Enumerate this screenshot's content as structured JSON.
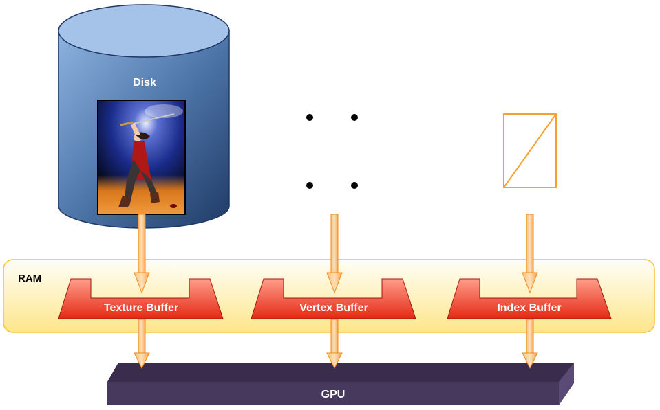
{
  "diagram": {
    "disk": {
      "label": "Disk",
      "contents": "texture-image (character with sword)"
    },
    "ram": {
      "label": "RAM"
    },
    "buffers": [
      {
        "label": "Texture Buffer",
        "source": "texture-image"
      },
      {
        "label": "Vertex Buffer",
        "source": "vertex-points"
      },
      {
        "label": "Index Buffer",
        "source": "index-triangles"
      }
    ],
    "gpu": {
      "label": "GPU"
    },
    "colors": {
      "disk_blue": "#4f81bd",
      "ram_yellow": "#fde98c",
      "buffer_red": "#e8281a",
      "arrow_orange": "#f79646",
      "gpu_purple": "#47385e",
      "index_outline": "#f5a030"
    }
  }
}
